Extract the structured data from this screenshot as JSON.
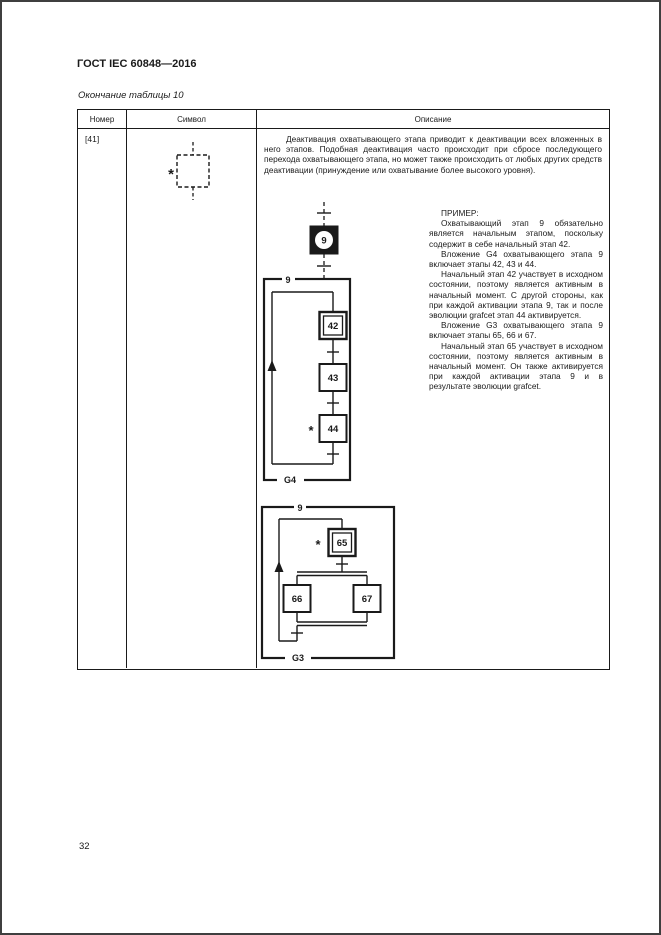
{
  "page": {
    "doc_title": "ГОСТ IEC 60848—2016",
    "table_caption": "Окончание таблицы 10",
    "page_number": "32"
  },
  "table": {
    "headers": {
      "number": "Номер",
      "symbol": "Символ",
      "description": "Описание"
    },
    "row": {
      "number": "[41]",
      "symbol": {
        "asterisk": "*"
      },
      "description": "Деактивация охватывающего этапа приводит к деактивации всех вложенных в него этапов. Подобная деактивация часто происходит при сбросе последующего перехода охватывающего этапа, но может также происходить от любых других средств деактивации (принуждение или охватывание более высокого уровня).",
      "example": {
        "label": "ПРИМЕР:",
        "paragraphs": [
          "Охватывающий этап 9 обязательно является начальным этапом, поскольку содержит в себе начальный этап 42.",
          "Вложение G4 охватывающего этапа 9 включает этапы 42, 43 и 44.",
          "Начальный этап 42 участвует в исходном состоянии, поэтому является активным в начальный момент. С другой стороны, как при каждой активации этапа 9, так и после эволюции grafcet этап 44 активируется.",
          "Вложение G3 охватывающего этапа 9 включает этапы 65, 66 и 67.",
          "Начальный этап 65 участвует в исходном состоянии, поэтому является активным в начальный момент. Он также активируется при каждой активации этапа 9 и в результате эволюции grafcet."
        ]
      },
      "diagrams": {
        "enclosing_step_number": "9",
        "g4": {
          "top_label": "9",
          "steps": [
            "42",
            "43",
            "44"
          ],
          "asterisk": "*",
          "frame_label": "G4"
        },
        "g3": {
          "top_label": "9",
          "steps": [
            "65",
            "66",
            "67"
          ],
          "asterisk": "*",
          "frame_label": "G3"
        }
      }
    }
  },
  "colors": {
    "ink": "#1a1a1a",
    "page_bg": "#ffffff"
  }
}
